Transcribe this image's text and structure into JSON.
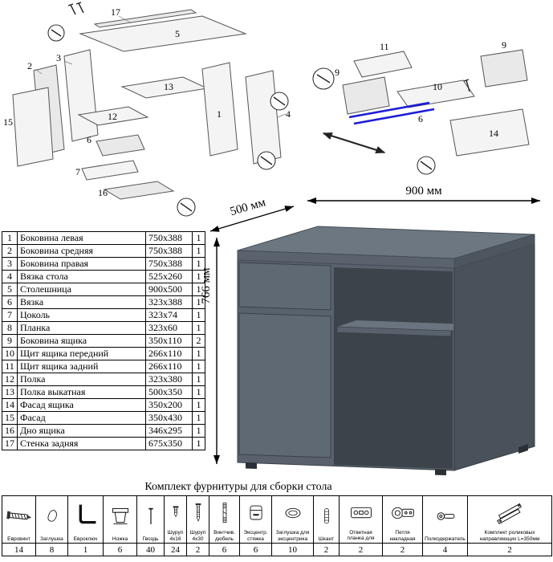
{
  "dimensions": {
    "width": "900 мм",
    "depth": "500 мм",
    "height": "766 мм"
  },
  "parts_table": {
    "rows": [
      {
        "num": "1",
        "name": "Боковина левая",
        "size": "750x388",
        "qty": "1"
      },
      {
        "num": "2",
        "name": "Боковина средняя",
        "size": "750x388",
        "qty": "1"
      },
      {
        "num": "3",
        "name": "Боковина правая",
        "size": "750x388",
        "qty": "1"
      },
      {
        "num": "4",
        "name": "Вязка стола",
        "size": "525x260",
        "qty": "1"
      },
      {
        "num": "5",
        "name": "Столешница",
        "size": "900x500",
        "qty": "1"
      },
      {
        "num": "6",
        "name": "Вязка",
        "size": "323x388",
        "qty": "1"
      },
      {
        "num": "7",
        "name": "Цоколь",
        "size": "323x74",
        "qty": "1"
      },
      {
        "num": "8",
        "name": "Планка",
        "size": "323x60",
        "qty": "1"
      },
      {
        "num": "9",
        "name": "Боковина ящика",
        "size": "350x110",
        "qty": "2"
      },
      {
        "num": "10",
        "name": "Щит ящика передний",
        "size": "266x110",
        "qty": "1"
      },
      {
        "num": "11",
        "name": "Щит ящика задний",
        "size": "266x110",
        "qty": "1"
      },
      {
        "num": "12",
        "name": "Полка",
        "size": "323x380",
        "qty": "1"
      },
      {
        "num": "13",
        "name": "Полка выкатная",
        "size": "500x350",
        "qty": "1"
      },
      {
        "num": "14",
        "name": "Фасад ящика",
        "size": "350x200",
        "qty": "1"
      },
      {
        "num": "15",
        "name": "Фасад",
        "size": "350x430",
        "qty": "1"
      },
      {
        "num": "16",
        "name": "Дно ящика",
        "size": "346x295",
        "qty": "1"
      },
      {
        "num": "17",
        "name": "Стенка задняя",
        "size": "675x350",
        "qty": "1"
      }
    ]
  },
  "hardware": {
    "title": "Комплект фурнитуры для сборки стола",
    "items": [
      {
        "label": "Евровинт",
        "qty": "14"
      },
      {
        "label": "Заглушка",
        "qty": "8"
      },
      {
        "label": "Евроключ",
        "qty": "1"
      },
      {
        "label": "Ножка",
        "qty": "6"
      },
      {
        "label": "Гвоздь",
        "qty": "40"
      },
      {
        "label": "Шуруп 4x16",
        "qty": "24"
      },
      {
        "label": "Шуруп 4x30",
        "qty": "2"
      },
      {
        "label": "Винтчив. дюбель",
        "qty": "6"
      },
      {
        "label": "Эксцентр. стяжка",
        "qty": "6"
      },
      {
        "label": "Заглушка для эксцентрика",
        "qty": "10"
      },
      {
        "label": "Шкант",
        "qty": "2"
      },
      {
        "label": "Ответная планка для петли",
        "qty": "2"
      },
      {
        "label": "Петля накладная",
        "qty": "2"
      },
      {
        "label": "Полкодержатель",
        "qty": "4"
      },
      {
        "label": "Комплект роликовых направляющих L=350мм",
        "qty": "2"
      }
    ]
  },
  "diagram_left": {
    "labels": [
      "17",
      "5",
      "3",
      "2",
      "13",
      "12",
      "15",
      "6",
      "7",
      "16",
      "1",
      "4"
    ]
  },
  "diagram_right": {
    "labels": [
      "11",
      "9",
      "10",
      "9",
      "6",
      "14"
    ]
  },
  "colors": {
    "desk_top": "#6d7781",
    "desk_front": "#59626c",
    "desk_side": "#49515a",
    "accent_blue": "#1d1dd8"
  }
}
